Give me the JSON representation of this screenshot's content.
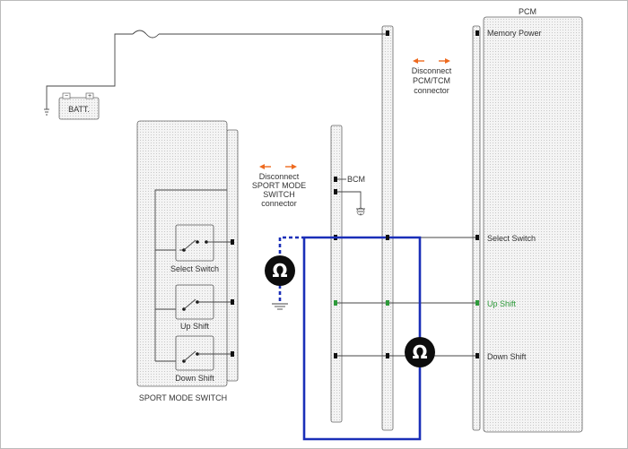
{
  "colors": {
    "probe_wire": "#1a2fb8",
    "arrow": "#ee6a1f",
    "connector_fill": "#e8e8e8",
    "up_shift_pin": "#2e9a3a"
  },
  "labels": {
    "pcm_title": "PCM",
    "memory_power": "Memory Power",
    "select_switch_pin": "Select Switch",
    "up_shift_pin": "Up  Shift",
    "down_shift_pin": "Down  Shift",
    "batt": "BATT.",
    "bcm": "BCM",
    "sport_mode_switch": "SPORT MODE SWITCH",
    "select_switch": "Select Switch",
    "up_shift": "Up  Shift",
    "down_shift": "Down  Shift",
    "disconnect_pcm": [
      "Disconnect",
      "PCM/TCM",
      "connector"
    ],
    "disconnect_sport": [
      "Disconnect",
      "SPORT MODE",
      "SWITCH",
      "connector"
    ],
    "ohm_symbol": "Ω",
    "batt_minus": "−",
    "batt_plus": "+"
  },
  "icons": {
    "ohmmeter": "ohmmeter-icon",
    "ground": "ground-icon",
    "fuse": "fuse-icon",
    "arrow": "double-arrow-icon"
  }
}
